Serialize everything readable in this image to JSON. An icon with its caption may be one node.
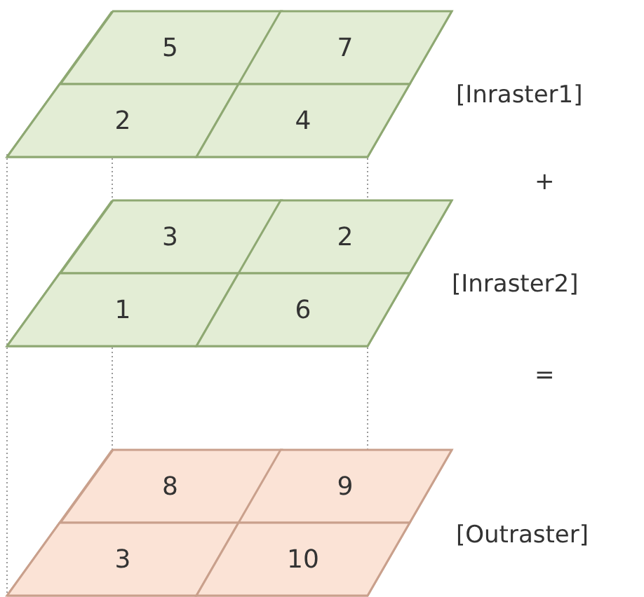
{
  "diagram": {
    "nodes": [
      {
        "text": [],
        "shape": "parallelogram",
        "beside": [
          "[Inraster1]"
        ]
      },
      {
        "text": [
          "5"
        ],
        "in": 0
      },
      {
        "text": [
          "7"
        ],
        "in": 0
      },
      {
        "text": [
          "2"
        ],
        "in": 0
      },
      {
        "text": [
          "4"
        ],
        "in": 0
      },
      {
        "text": [],
        "shape": "parallelogram",
        "beside": [
          "[Inraster2]"
        ]
      },
      {
        "text": [
          "3"
        ],
        "in": 5
      },
      {
        "text": [
          "2"
        ],
        "in": 5
      },
      {
        "text": [
          "1"
        ],
        "in": 5
      },
      {
        "text": [
          "6"
        ],
        "in": 5
      },
      {
        "text": [],
        "shape": "parallelogram",
        "beside": [
          "[Outraster]"
        ]
      },
      {
        "text": [
          "8"
        ],
        "in": 10
      },
      {
        "text": [
          "9"
        ],
        "in": 10
      },
      {
        "text": [
          "3"
        ],
        "in": 10
      },
      {
        "text": [
          "10"
        ],
        "in": 10
      }
    ],
    "labels": [
      "+",
      "="
    ]
  }
}
